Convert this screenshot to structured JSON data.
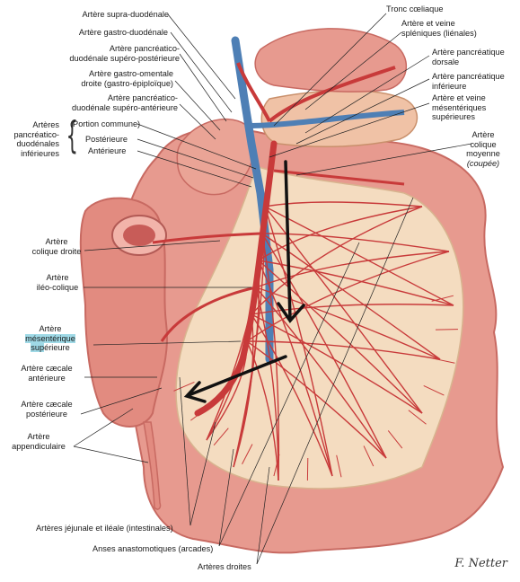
{
  "labels": {
    "supra_duodenale": "Artère supra-duodénale",
    "gastro_duodenale": "Artère gastro-duodénale",
    "pd_sup_post_1": "Artère pancréatico-",
    "pd_sup_post_2": "duodénale supéro-postérieure",
    "gastro_omentale_1": "Artère gastro-omentale",
    "gastro_omentale_2": "droite (gastro-épiploïque)",
    "pd_sup_ant_1": "Artère pancréatico-",
    "pd_sup_ant_2": "duodénale supéro-antérieure",
    "arteres_pdi_1": "Artères",
    "arteres_pdi_2": "pancréatico-",
    "arteres_pdi_3": "duodénales",
    "arteres_pdi_4": "inférieures",
    "portion_commune": "(Portion commune)",
    "posterieure": "Postérieure",
    "anterieure": "Antérieure",
    "colique_droite_1": "Artère",
    "colique_droite_2": "colique droite",
    "ileo_colique_1": "Artère",
    "ileo_colique_2": "iléo-colique",
    "mes_sup_1": "Artère",
    "mes_sup_2": "mésentérique",
    "mes_sup_3a": "sup",
    "mes_sup_3b": "érieure",
    "caecale_ant_1": "Artère cæcale",
    "caecale_ant_2": "antérieure",
    "caecale_post_1": "Artère cæcale",
    "caecale_post_2": "postérieure",
    "appendiculaire_1": "Artère",
    "appendiculaire_2": "appendiculaire",
    "tronc_coeliaque": "Tronc cœliaque",
    "spleniques_1": "Artère et veine",
    "spleniques_2": "spléniques (liénales)",
    "panc_dorsale_1": "Artère pancréatique",
    "panc_dorsale_2": "dorsale",
    "panc_inf_1": "Artère pancréatique",
    "panc_inf_2": "inférieure",
    "mes_sup_vv_1": "Artère et veine",
    "mes_sup_vv_2": "mésentériques",
    "mes_sup_vv_3": "supérieures",
    "colique_moy_1": "Artère",
    "colique_moy_2": "colique",
    "colique_moy_3": "moyenne",
    "colique_moy_4": "(coupée)",
    "jejunales": "Artères jéjunale et iléale (intestinales)",
    "anses": "Anses anastomotiques (arcades)",
    "droites": "Artères droites",
    "signature": "F. Netter"
  },
  "colors": {
    "intestine": "#e79a8f",
    "intestine_dark": "#c86a62",
    "mesentery": "#f4dcc0",
    "artery": "#c83a3a",
    "vein": "#4e7fb5",
    "highlight": "#9fd9e6",
    "arrow": "#111111"
  }
}
